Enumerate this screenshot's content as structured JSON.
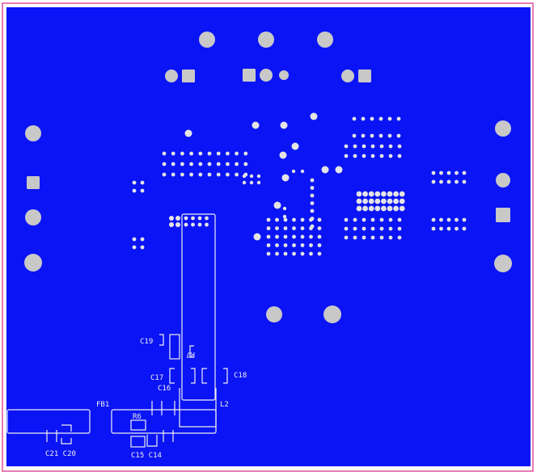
{
  "colors": {
    "background": "#ffffff",
    "board_outline": "#e0509a",
    "copper_pour": "#0a14f5",
    "pad": "#c8c8c8",
    "via": "#e4e4e4",
    "silkscreen": "#f0f0f0"
  },
  "labels": {
    "c19": "C19",
    "r7": "R7",
    "c17": "C17",
    "c18": "C18",
    "c16": "C16",
    "fb1": "FB1",
    "l2": "L2",
    "r6": "R6",
    "c21_c20": "C21 C20",
    "c15_c14": "C15 C14"
  }
}
